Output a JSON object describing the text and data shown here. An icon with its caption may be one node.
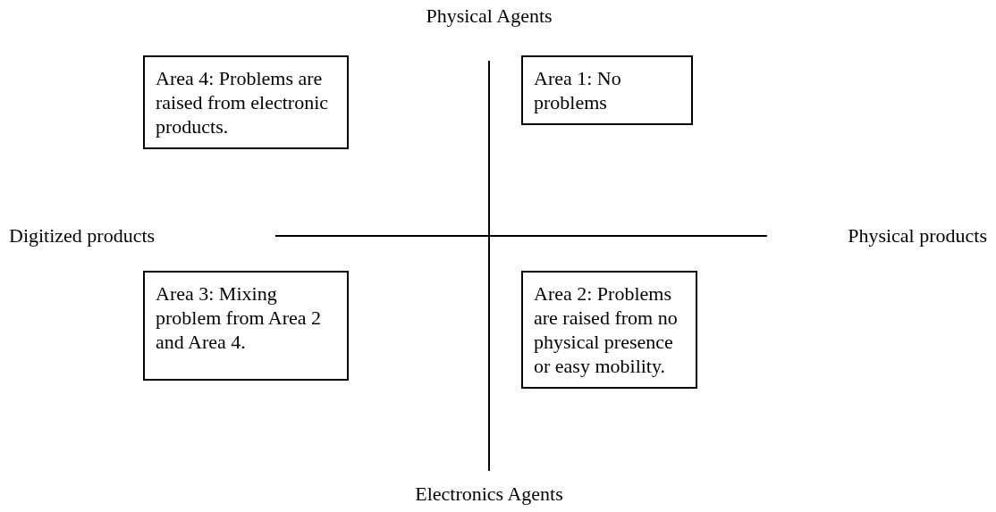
{
  "diagram": {
    "nodes": [
      {
        "text": [
          "Area 4: Problems are raised from electronic products."
        ]
      },
      {
        "text": [
          "Area 1: No problems"
        ]
      },
      {
        "text": [
          "Area 3: Mixing problem from Area 2 and Area 4."
        ]
      },
      {
        "text": [
          "Area 2: Problems are raised from no physical presence or easy mobility."
        ]
      }
    ],
    "edges": [],
    "labels": [
      "Physical Agents",
      "Digitized products",
      "Physical products",
      "Electronics Agents"
    ]
  }
}
